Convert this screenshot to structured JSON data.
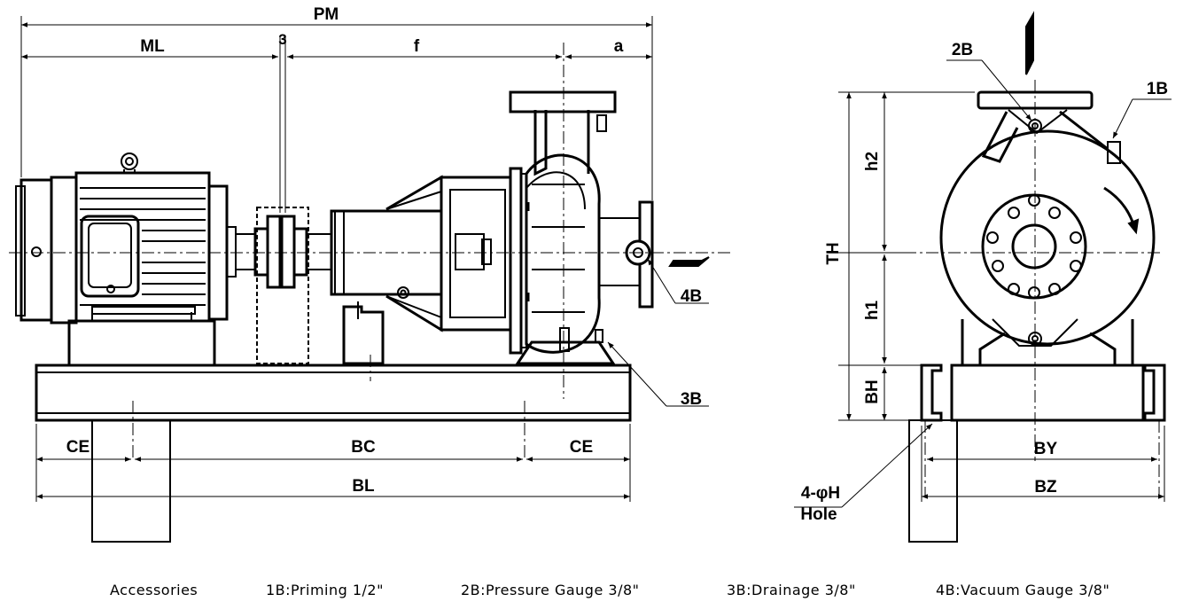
{
  "dimensions": {
    "pm": "PM",
    "ml": "ML",
    "coupling": "3",
    "f": "f",
    "a": "a",
    "ce_left": "CE",
    "bc": "BC",
    "ce_right": "CE",
    "bl": "BL",
    "th": "TH",
    "h2": "h2",
    "h1": "h1",
    "bh": "BH",
    "by": "BY",
    "bz": "BZ"
  },
  "callouts": {
    "b1": "1B",
    "b2": "2B",
    "b3": "3B",
    "b4": "4B",
    "hole_count": "4-φH",
    "hole": "Hole"
  },
  "accessories": {
    "title": "Accessories",
    "items": [
      "1B:Priming 1/2\"",
      "2B:Pressure Gauge 3/8\"",
      "3B:Drainage 3/8\"",
      "4B:Vacuum Gauge 3/8\""
    ]
  }
}
